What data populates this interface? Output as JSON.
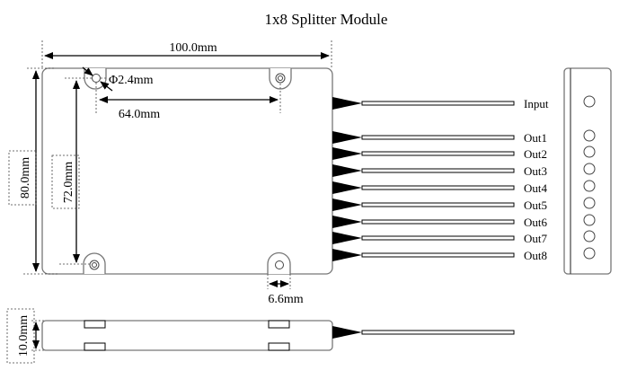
{
  "title": "1x8 Splitter Module",
  "dimensions": {
    "width": "100.0mm",
    "height": "80.0mm",
    "hole_height": "72.0mm",
    "hole_spacing": "64.0mm",
    "hole_diameter": "Φ2.4mm",
    "tab_width": "6.6mm",
    "thickness": "10.0mm"
  },
  "ports": [
    "Input",
    "Out1",
    "Out2",
    "Out3",
    "Out4",
    "Out5",
    "Out6",
    "Out7",
    "Out8"
  ]
}
